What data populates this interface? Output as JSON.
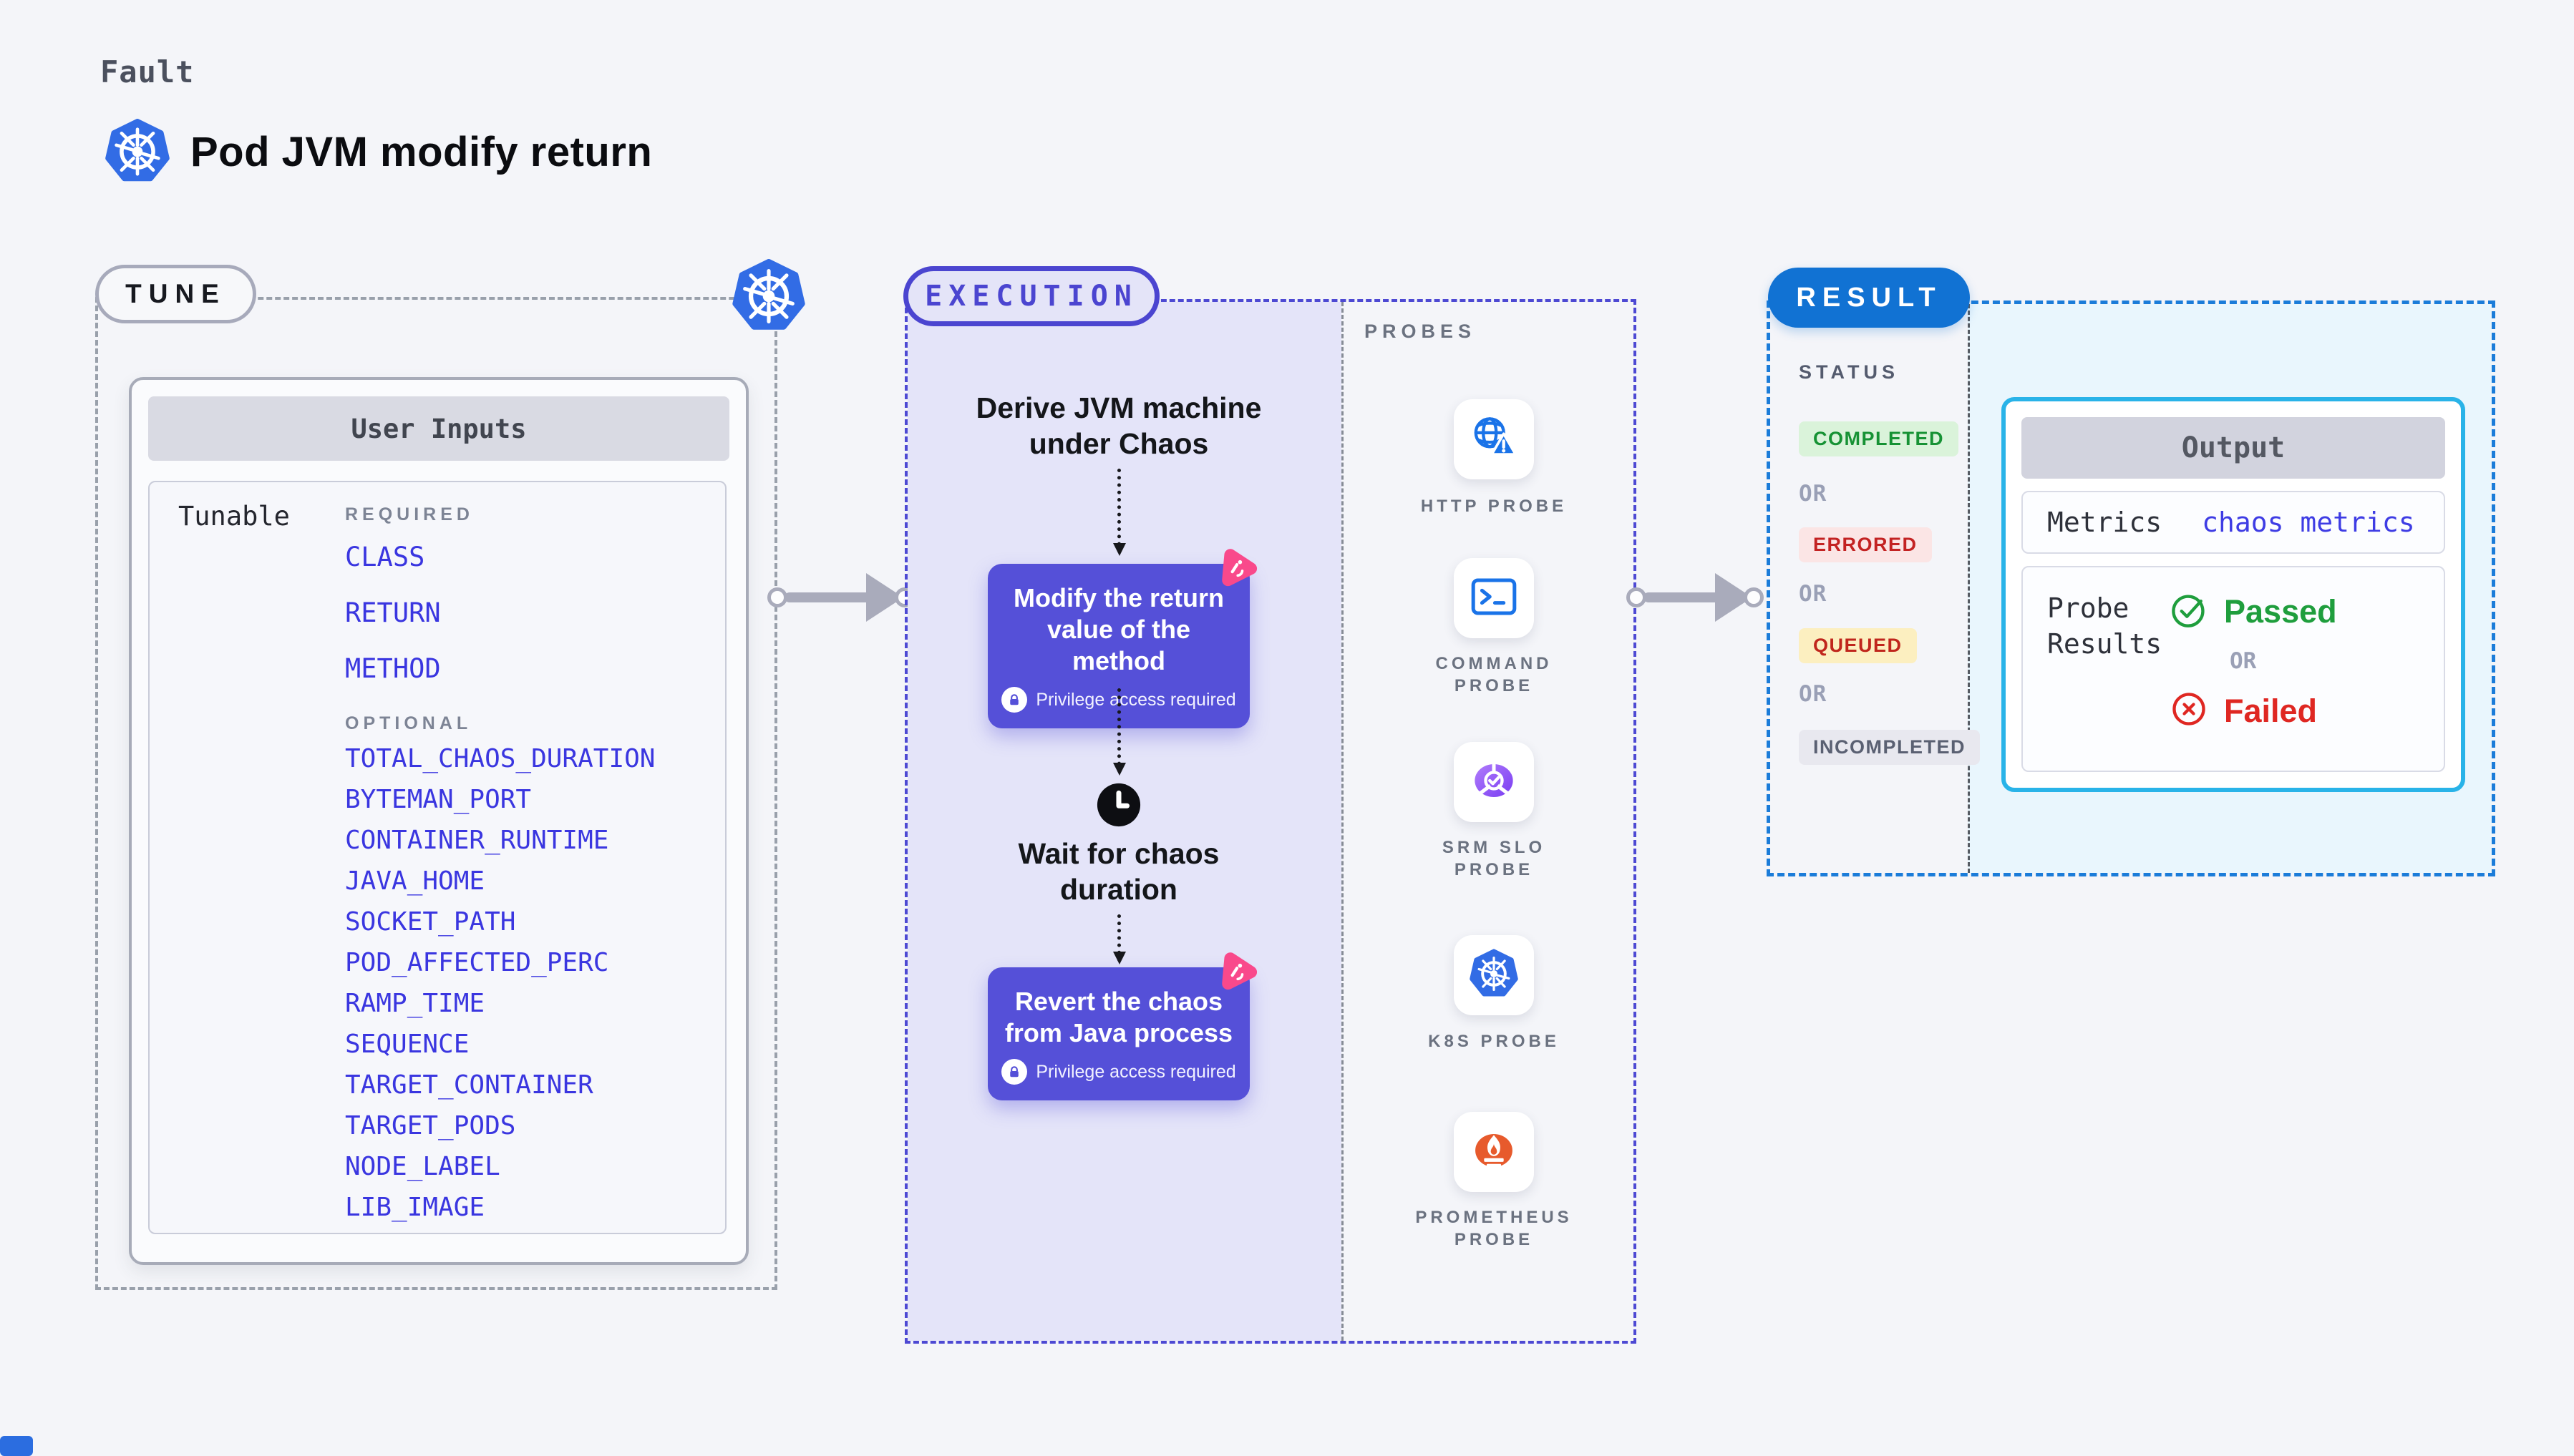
{
  "header": {
    "eyebrow": "Fault",
    "title": "Pod JVM modify return"
  },
  "tune": {
    "label": "TUNE",
    "panel_title": "User Inputs",
    "row_label": "Tunable",
    "required_label": "REQUIRED",
    "required": [
      "CLASS",
      "RETURN",
      "METHOD"
    ],
    "optional_label": "OPTIONAL",
    "optional": [
      "TOTAL_CHAOS_DURATION",
      "BYTEMAN_PORT",
      "CONTAINER_RUNTIME",
      "JAVA_HOME",
      "SOCKET_PATH",
      "POD_AFFECTED_PERC",
      "RAMP_TIME",
      "SEQUENCE",
      "TARGET_CONTAINER",
      "TARGET_PODS",
      "NODE_LABEL",
      "LIB_IMAGE"
    ]
  },
  "execution": {
    "label": "EXECUTION",
    "step1_text": "Derive JVM machine under Chaos",
    "action1_text": "Modify the return value of the method",
    "wait_text": "Wait for chaos duration",
    "action2_text": "Revert the chaos from Java process",
    "privilege_badge": "Privilege access required"
  },
  "probes": {
    "label": "PROBES",
    "items": [
      {
        "name": "HTTP PROBE",
        "icon": "globe-warning-icon"
      },
      {
        "name": "COMMAND PROBE",
        "icon": "terminal-icon"
      },
      {
        "name": "SRM SLO PROBE",
        "icon": "slo-donut-icon"
      },
      {
        "name": "K8S PROBE",
        "icon": "kubernetes-icon"
      },
      {
        "name": "PROMETHEUS PROBE",
        "icon": "prometheus-icon"
      }
    ]
  },
  "result": {
    "label": "RESULT",
    "status_label": "STATUS",
    "or_label": "OR",
    "statuses": [
      {
        "text": "COMPLETED",
        "bg": "#daf3da",
        "color": "#169234"
      },
      {
        "text": "ERRORED",
        "bg": "#fbe5e5",
        "color": "#c32222"
      },
      {
        "text": "QUEUED",
        "bg": "#fcefc0",
        "color": "#c0261c"
      },
      {
        "text": "INCOMPLETED",
        "bg": "#e8e8ef",
        "color": "#5a6072"
      }
    ],
    "output": {
      "title": "Output",
      "metrics_label": "Metrics",
      "metrics_value": "chaos metrics",
      "probe_results_label": "Probe Results",
      "passed": "Passed",
      "or": "OR",
      "failed": "Failed"
    }
  },
  "colors": {
    "page_bg": "#f4f5f9",
    "tune_dash": "#99a0ab",
    "execution_accent": "#4b45d0",
    "execution_fill": "#e4e4f9",
    "action_box": "#5550d8",
    "chaos_pink": "#f9498b",
    "kubernetes_blue": "#326ce5",
    "probe_icon_blue": "#1a73e8",
    "prometheus_orange": "#e75a2c",
    "result_blue": "#1172d3",
    "result_dash": "#1b7cd9",
    "result_fill": "#e9f6fd",
    "output_border": "#29b3e8",
    "passed_green": "#1f9e3d",
    "failed_red": "#df2722",
    "param_blue": "#3a36e0"
  }
}
